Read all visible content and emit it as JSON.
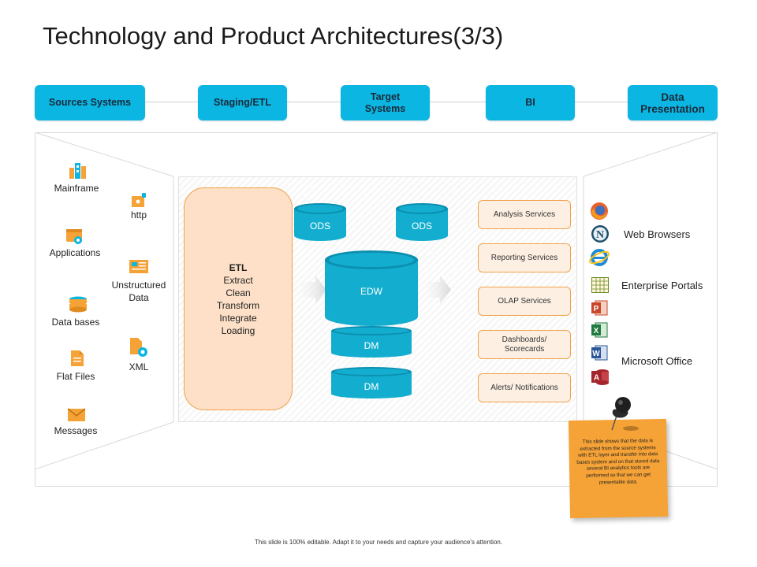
{
  "title": "Technology and Product Architectures(3/3)",
  "headers": [
    "Sources Systems",
    "Staging/ETL",
    "Target Systems",
    "BI",
    "Data Presentation"
  ],
  "sources": {
    "left": [
      "Mainframe",
      "Applications",
      "Data bases",
      "Flat Files",
      "Messages"
    ],
    "right": [
      "http",
      "Unstructured Data",
      "XML"
    ]
  },
  "etl": {
    "title": "ETL",
    "steps": [
      "Extract",
      "Clean",
      "Transform",
      "Integrate",
      "Loading"
    ]
  },
  "targets": {
    "ods": [
      "ODS",
      "ODS"
    ],
    "edw": "EDW",
    "dm": [
      "DM",
      "DM"
    ]
  },
  "bi_services": [
    "Analysis Services",
    "Reporting Services",
    "OLAP Services",
    "Dashboards/ Scorecards",
    "Alerts/ Notifications"
  ],
  "presentation": {
    "web": "Web Browsers",
    "portals": "Enterprise Portals",
    "office": "Microsoft Office"
  },
  "note": "This slide shows that the data is extracted from the source systems with ETL layer and transfer into data bases system and on that stored data several BI analytics tools are performed so that we can get presentable  data.",
  "footer": "This slide is 100% editable. Adapt it to your needs and capture your audience's attention.",
  "colors": {
    "header": "#0bb6e3",
    "cylinder": "#13aecf",
    "accent_orange": "#f0a24a",
    "etl_fill": "#fde0c7",
    "note": "#f5a236"
  }
}
